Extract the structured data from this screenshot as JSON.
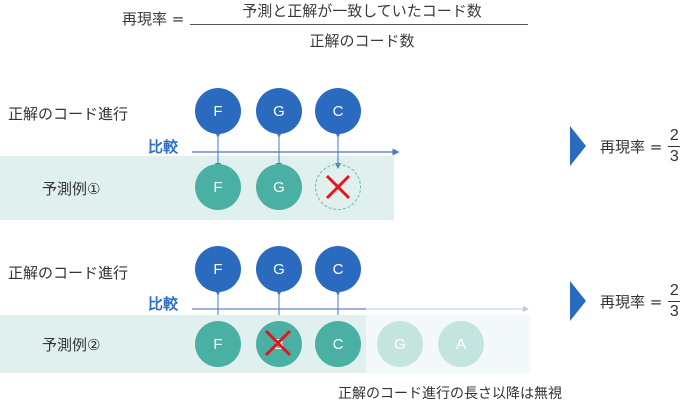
{
  "formula": {
    "lhs": "再現率 =",
    "numerator": "予測と正解が一致していたコード数",
    "denominator": "正解のコード数"
  },
  "example1": {
    "reference_label": "正解のコード進行",
    "compare_label": "比較",
    "prediction_label": "予測例①",
    "reference_chords": [
      "F",
      "G",
      "C"
    ],
    "predicted_chords": [
      "F",
      "G",
      ""
    ],
    "mismatch_marks": [
      "",
      "",
      "missing"
    ],
    "result_label": "再現率 =",
    "result_numerator": "2",
    "result_denominator": "3"
  },
  "example2": {
    "reference_label": "正解のコード進行",
    "compare_label": "比較",
    "prediction_label": "予測例②",
    "reference_chords": [
      "F",
      "G",
      "C"
    ],
    "predicted_chords": [
      "F",
      "B",
      "C"
    ],
    "ignored_chords": [
      "G",
      "A"
    ],
    "mismatch_marks": [
      "",
      "wrong",
      ""
    ],
    "result_label": "再現率 =",
    "result_numerator": "2",
    "result_denominator": "3",
    "footnote": "正解のコード進行の長さ以降は無視"
  },
  "colors": {
    "reference": "#2a6bbf",
    "prediction": "#4bb0a4",
    "ignored": "#c4e4df",
    "cross": "#e8141c",
    "compare_accent": "#2f6fc6"
  }
}
